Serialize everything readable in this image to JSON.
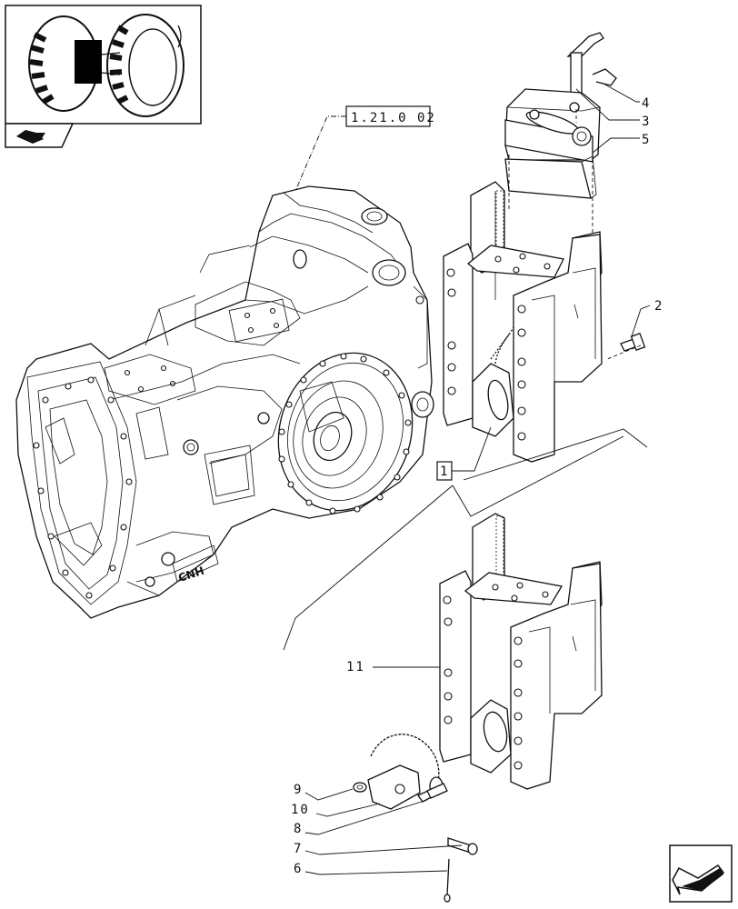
{
  "references": {
    "group_ref": "1.21.0 02"
  },
  "callouts": {
    "c1": "1",
    "c2": "2",
    "c3": "3",
    "c4": "4",
    "c5": "5",
    "c6": "6",
    "c7": "7",
    "c8": "8",
    "c9": "9",
    "c10": "10",
    "c11": "11"
  },
  "icons": {
    "thumbnail": "tractor-wheel-thumbnail",
    "nav_back": "folder-arrow-icon",
    "nav_next": "next-page-arrow-icon"
  }
}
